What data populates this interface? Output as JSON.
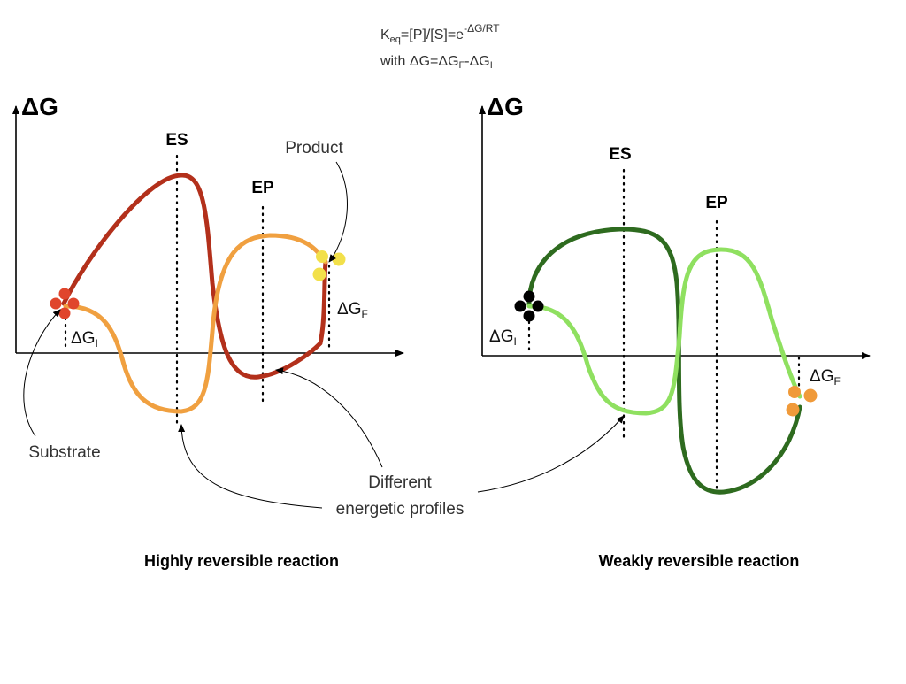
{
  "formula": {
    "k_base": "K",
    "k_sub": "eq",
    "k_mid": "=[P]/[S]=e",
    "k_sup": "-ΔG/RT",
    "line2_pre": "with ",
    "dg": "ΔG",
    "eq": "=",
    "dg_f_base": "ΔG",
    "dg_f_sub": "F",
    "minus": "-",
    "dg_i_base": "ΔG",
    "dg_i_sub": "I"
  },
  "left": {
    "y_axis_label": "ΔG",
    "es_label": "ES",
    "ep_label": "EP",
    "dgi_base": "ΔG",
    "dgi_sub": "I",
    "dgf_base": "ΔG",
    "dgf_sub": "F",
    "product_label": "Product",
    "substrate_label": "Substrate",
    "caption": "Highly reversible reaction",
    "colors": {
      "profile_a": "#b3301b",
      "profile_b": "#f0a040",
      "substrate": "#e0452c",
      "product": "#f2e04a"
    }
  },
  "right": {
    "y_axis_label": "ΔG",
    "es_label": "ES",
    "ep_label": "EP",
    "dgi_base": "ΔG",
    "dgi_sub": "I",
    "dgf_base": "ΔG",
    "dgf_sub": "F",
    "caption": "Weakly reversible reaction",
    "colors": {
      "profile_a": "#2e6b1f",
      "profile_b": "#8fe060",
      "substrate": "#000000",
      "product": "#f09a3a"
    }
  },
  "shared": {
    "different_line1": "Different",
    "different_line2": "energetic profiles"
  }
}
